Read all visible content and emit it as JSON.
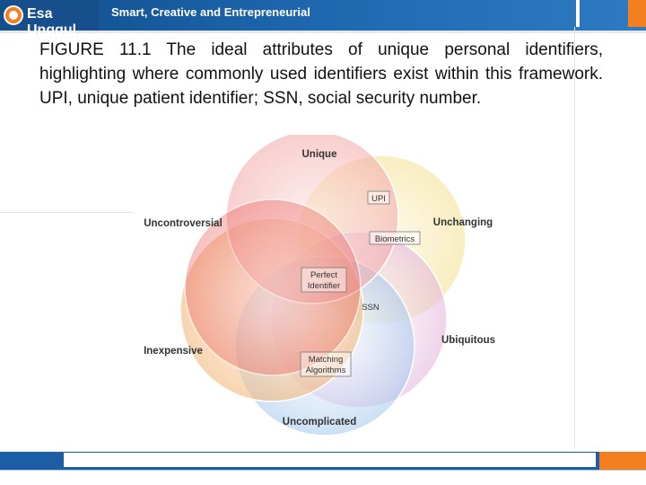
{
  "header": {
    "logo_text": "Esa Unggul",
    "tagline": "Smart, Creative and Entrepreneurial"
  },
  "caption": "FIGURE 11.1 The ideal attributes of unique personal identifiers, highlighting where commonly used identifiers exist within this framework. UPI, unique patient identifier; SSN, social security number.",
  "diagram": {
    "attributes": {
      "unique": "Unique",
      "unchanging": "Unchanging",
      "ubiquitous": "Ubiquitous",
      "uncomplicated": "Uncomplicated",
      "inexpensive": "Inexpensive",
      "uncontroversial": "Uncontroversial"
    },
    "identifiers": {
      "upi": "UPI",
      "biometrics": "Biometrics",
      "perfect_line1": "Perfect",
      "perfect_line2": "Identifier",
      "ssn": "SSN",
      "matching_line1": "Matching",
      "matching_line2": "Algorithms"
    },
    "colors": {
      "unique": "#f3a6a6",
      "unchanging": "#f6e6a0",
      "ubiquitous": "#e6b8de",
      "uncomplicated": "#b7d3ef",
      "inexpensive": "#f4c28f",
      "uncontroversial": "#ec6f6a"
    }
  }
}
